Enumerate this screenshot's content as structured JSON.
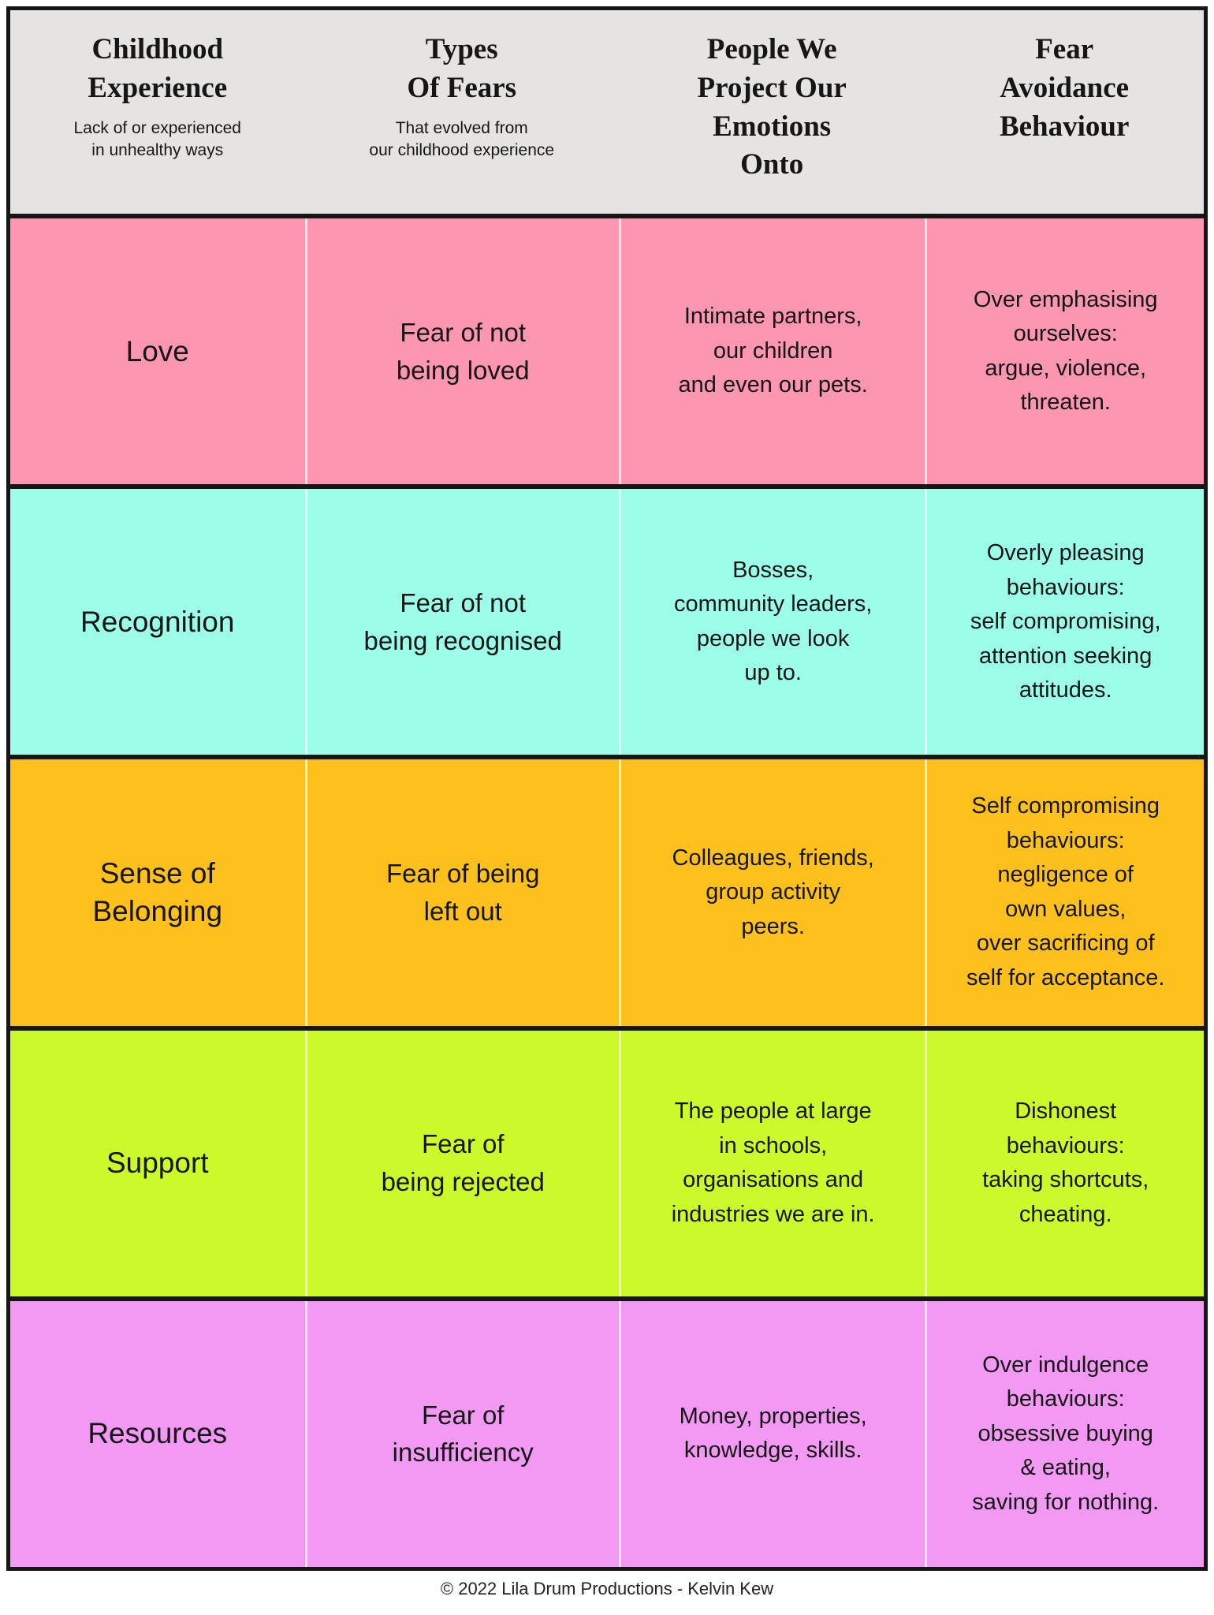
{
  "header": {
    "columns": [
      {
        "title": "Childhood\nExperience",
        "subtitle": "Lack of or experienced\nin unhealthy ways"
      },
      {
        "title": "Types\nOf Fears",
        "subtitle": "That evolved from\nour childhood experience"
      },
      {
        "title": "People We\nProject Our\nEmotions\nOnto",
        "subtitle": ""
      },
      {
        "title": "Fear\nAvoidance\nBehaviour",
        "subtitle": ""
      }
    ],
    "background": "#E5E4E2"
  },
  "rows": [
    {
      "experience": "Love",
      "fear": "Fear of not\nbeing loved",
      "projection": "Intimate partners,\nour children\nand even our pets.",
      "avoidance": "Over emphasising\nourselves:\nargue, violence,\nthreaten.",
      "color": "#FC96B1"
    },
    {
      "experience": "Recognition",
      "fear": "Fear of not\nbeing recognised",
      "projection": "Bosses,\ncommunity leaders,\npeople we look\nup to.",
      "avoidance": "Overly pleasing\nbehaviours:\nself compromising,\nattention seeking\nattitudes.",
      "color": "#9CFDE9"
    },
    {
      "experience": "Sense of\nBelonging",
      "fear": "Fear of being\nleft out",
      "projection": "Colleagues, friends,\ngroup activity\npeers.",
      "avoidance": "Self compromising\nbehaviours:\nnegligence of\nown values,\nover sacrificing of\nself for acceptance.",
      "color": "#FDC01D"
    },
    {
      "experience": "Support",
      "fear": "Fear of\nbeing rejected",
      "projection": "The people at large\nin schools,\norganisations and\nindustries we are in.",
      "avoidance": "Dishonest\nbehaviours:\ntaking shortcuts,\ncheating.",
      "color": "#CBF92B"
    },
    {
      "experience": "Resources",
      "fear": "Fear of\ninsufficiency",
      "projection": "Money, properties,\nknowledge, skills.",
      "avoidance": "Over indulgence\nbehaviours:\nobsessive buying\n& eating,\nsaving for nothing.",
      "color": "#F29AF3"
    }
  ],
  "footer": {
    "copyright": "© 2022 Lila Drum Productions - Kelvin Kew"
  },
  "colors": {
    "border_black": "#161616",
    "header_gray": "#E5E4E2",
    "page_white": "#FFFFFF"
  }
}
